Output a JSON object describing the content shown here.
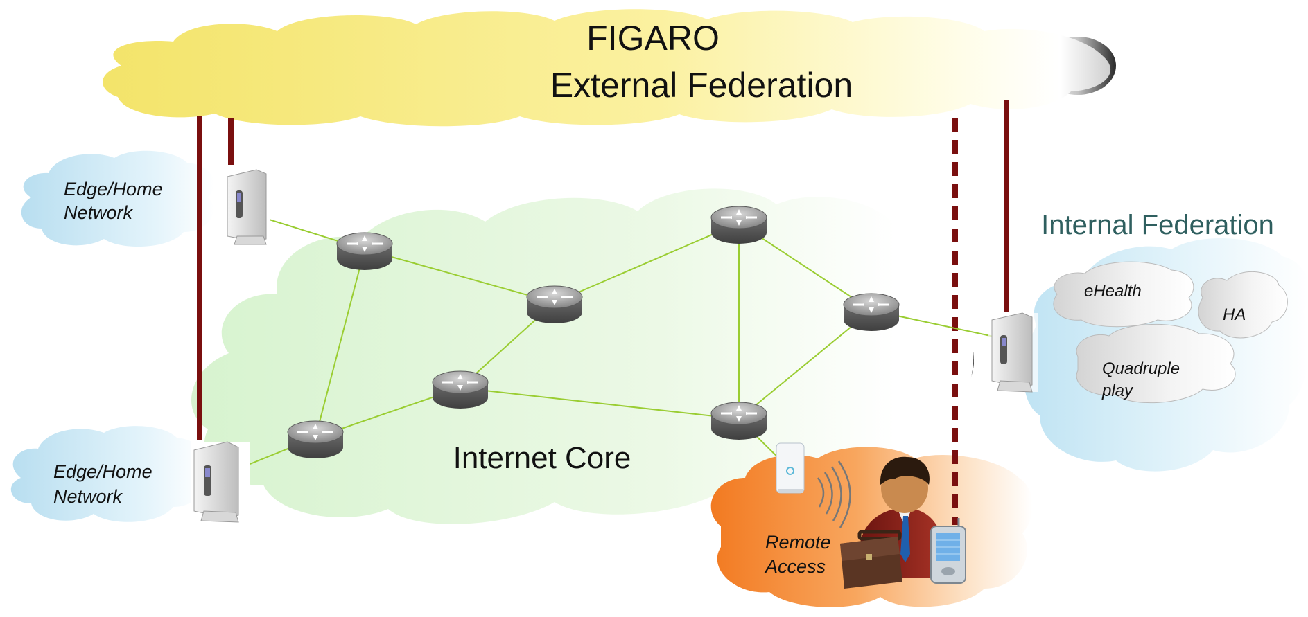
{
  "external_federation": {
    "line1": "FIGARO",
    "line2": "External Federation"
  },
  "internet_core": {
    "label": "Internet Core"
  },
  "edge_home_top": {
    "line1": "Edge/Home",
    "line2": "Network"
  },
  "edge_home_bottom": {
    "line1": "Edge/Home",
    "line2": "Network"
  },
  "internal_federation": {
    "title": "Internal Federation",
    "ehealth": "eHealth",
    "ha": "HA",
    "quadruple_line1": "Quadruple",
    "quadruple_line2": "play"
  },
  "remote_access": {
    "line1": "Remote",
    "line2": "Access"
  },
  "colors": {
    "federation_link": "#7a0f0f",
    "core_link": "#9acd32",
    "internal_federation_text": "#2f5f5f"
  },
  "icons": [
    "router-icon",
    "gateway-icon",
    "access-point-icon",
    "user-icon",
    "briefcase-icon",
    "pda-icon",
    "wifi-waves-icon"
  ]
}
